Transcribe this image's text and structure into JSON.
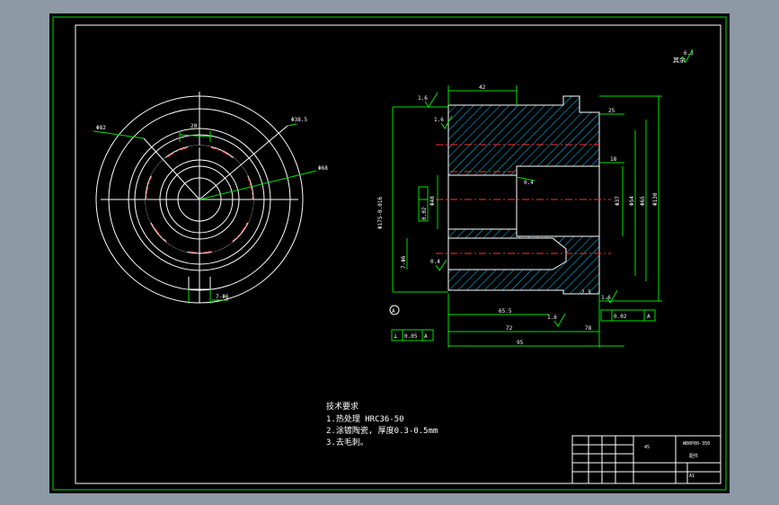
{
  "colors": {
    "background": "#8d9aa6",
    "canvas": "#000000",
    "frame": "#00e000",
    "outline": "#ffffff",
    "hatch": "#00c8ff",
    "centerline": "#ff3030",
    "slot": "#ff40ff"
  },
  "roughness_global": "6.3",
  "left_view": {
    "dim_phi82": "Φ82",
    "dim_20": "20",
    "dim_phi38_5": "Φ38.5",
    "dim_phi68": "Φ68",
    "dim_section": "7-Φ6"
  },
  "section_view": {
    "dim_42": "42",
    "dim_25": "25",
    "dim_18": "18",
    "dim_phi48": "Φ48",
    "dim_phi175": "Φ175-0.016",
    "dim_phi73": "7-Φ6",
    "dim_phi37": "Φ37",
    "dim_phi54": "Φ54",
    "dim_phi65": "Φ65",
    "dim_phi130": "Φ130",
    "dim_65_5": "65.5",
    "dim_72": "72",
    "dim_78": "78",
    "dim_95": "95",
    "dim_2_5": "2.5",
    "rough_1": "1.6",
    "rough_2": "1.6",
    "rough_3": "0.4",
    "rough_4": "1.6",
    "rough_5": "1.6",
    "rough_bore": "0.4",
    "datum": "A",
    "tol_parallel": "0.02",
    "tol_parallel_datum": "A",
    "tol_runout": "0.02",
    "tol_runout_datum": "A",
    "tol_perp": "0.05",
    "tol_perp_datum": "A"
  },
  "notes": {
    "title": "技术要求",
    "line1": "1.热处理 HRC36-50",
    "line2": "2.涂镀陶瓷, 厚度0.3-0.5mm",
    "line3": "3.去毛刺。"
  },
  "title_block": {
    "drawing_no": "WB0P80-350",
    "scale_code": "45",
    "material": "配件",
    "sheet": "A1"
  }
}
